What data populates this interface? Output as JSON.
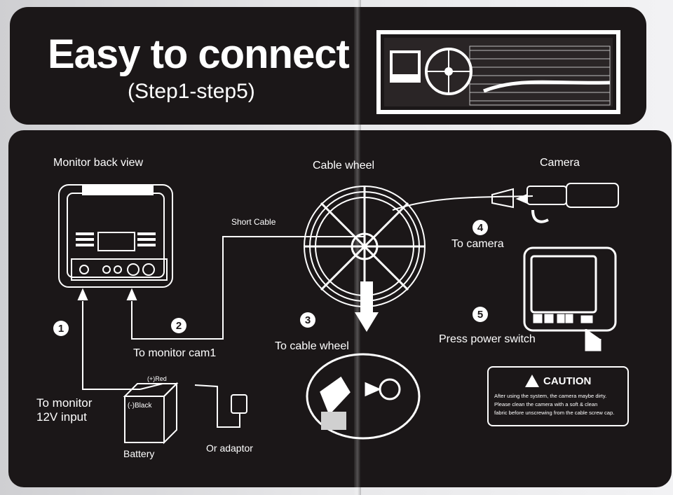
{
  "header": {
    "title": "Easy to connect",
    "subtitle": "(Step1-step5)"
  },
  "labels": {
    "monitor_back_view": "Monitor back view",
    "cable_wheel": "Cable wheel",
    "camera": "Camera",
    "short_cable": "Short Cable",
    "to_camera": "To camera",
    "press_power_switch": "Press power switch",
    "to_monitor_cam1": "To monitor cam1",
    "to_cable_wheel": "To cable wheel",
    "to_monitor_line1": "To monitor",
    "to_monitor_line2": "12V input",
    "battery": "Battery",
    "or_adaptor": "Or adaptor",
    "plus_red": "(+)Red",
    "minus_black": "(-)Black"
  },
  "steps": [
    "1",
    "2",
    "3",
    "4",
    "5"
  ],
  "caution": {
    "title": "CAUTION",
    "lines": [
      "After using the system, the camera maybe dirty.",
      "Please clean the camera with a soft & clean",
      "fabric before unscrewing from the cable screw cap."
    ]
  },
  "colors": {
    "panel": "#1b1718",
    "ink": "#ffffff",
    "paper": "#e8e8ea"
  }
}
